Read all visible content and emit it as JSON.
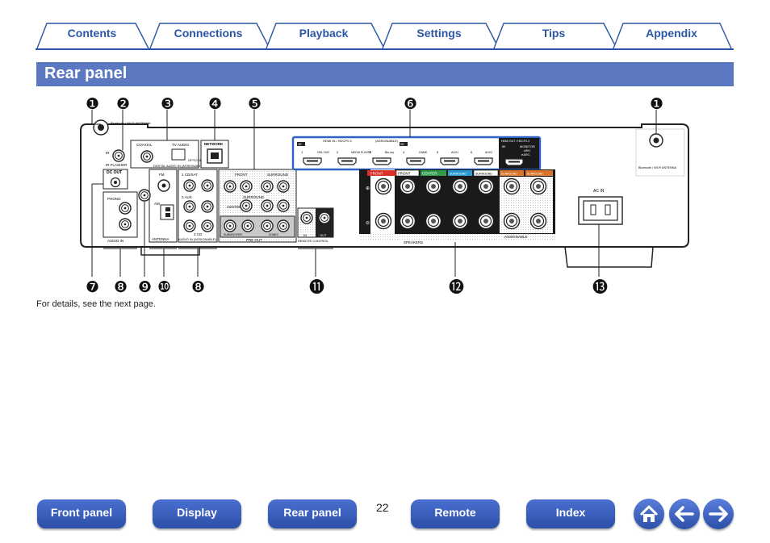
{
  "tabs": [
    {
      "label": "Contents"
    },
    {
      "label": "Connections"
    },
    {
      "label": "Playback"
    },
    {
      "label": "Settings"
    },
    {
      "label": "Tips"
    },
    {
      "label": "Appendix"
    }
  ],
  "page_title": "Rear panel",
  "callouts": {
    "top": [
      "❶",
      "❷",
      "❸",
      "❹",
      "❺",
      "❻",
      "❶"
    ],
    "bottom": [
      "❼",
      "❽",
      "❾",
      "❿",
      "❽",
      "⓫",
      "⓬",
      "⓭"
    ]
  },
  "panel_labels": {
    "bluetooth_left": "Bluetooth / Wi-Fi ANTENNA",
    "bluetooth_right": "Bluetooth / Wi-Fi ANTENNA",
    "ir": "IR",
    "ir_flasher": "IR FLASHER",
    "dc_out": "DC OUT",
    "audio_in": "AUDIO IN",
    "phono": "PHONO",
    "coaxial": "COAXIAL",
    "optical": "OPTICAL",
    "tv_audio": "TV AUDIO",
    "digital_audio_in": "DIGITAL AUDIO IN (ASSIGNABLE)",
    "antenna": "ANTENNA",
    "fm": "FM",
    "am": "AM",
    "audio_in_assignable": "AUDIO IN (ASSIGNABLE)",
    "cd_sat": "1 CD/SAT",
    "aux_in": "2 AUX",
    "cd2": "3 CD",
    "network": "NETWORK",
    "front": "FRONT",
    "surround": "SURROUND",
    "center": "CENTER",
    "subwoofer": "SUBWOOFER",
    "zone2": "ZONE2",
    "pre_out": "PRE OUT",
    "remote_control": "REMOTE CONTROL",
    "rc_in": "IN",
    "rc_out": "OUT",
    "hdmi_in": "HDMI IN / HDCP2.3",
    "hdmi_assignable": "(ASSIGNABLE)",
    "hdmi_8k_in": "8K",
    "hdmi_inputs": [
      {
        "num": "1",
        "name": "CBL/ SAT"
      },
      {
        "num": "2",
        "name": "MEDIA PLAYER"
      },
      {
        "num": "3",
        "name": "Blu-ray"
      },
      {
        "num": "4",
        "name": "GAME"
      },
      {
        "num": "5",
        "name": "AUX1"
      },
      {
        "num": "6",
        "name": "AUX2"
      }
    ],
    "hdmi_out": "HDMI OUT / HDCP2.3",
    "hdmi_out_8k": "8K",
    "monitor": "MONITOR",
    "arc": "ARC",
    "earc": "eARC",
    "speakers": "SPEAKERS",
    "spk_front": "FRONT",
    "spk_center": "CENTER",
    "spk_surround": "SURROUND",
    "spk_surround_back": "SURROUND",
    "assignable": "ASSIGNABLE",
    "ac_in": "AC IN"
  },
  "note": "For details, see the next page.",
  "footer": {
    "front_panel": "Front panel",
    "display": "Display",
    "rear_panel": "Rear panel",
    "page_number": "22",
    "remote": "Remote",
    "index": "Index"
  },
  "colors": {
    "accent": "#2b56a5",
    "title_bar": "#5b78c0",
    "hdmi_highlight": "#2e62c4",
    "front_red": "#d9302a",
    "center_green": "#2e9a4a",
    "surround_blue": "#2a9ad0",
    "assignable_orange": "#d9742a"
  }
}
